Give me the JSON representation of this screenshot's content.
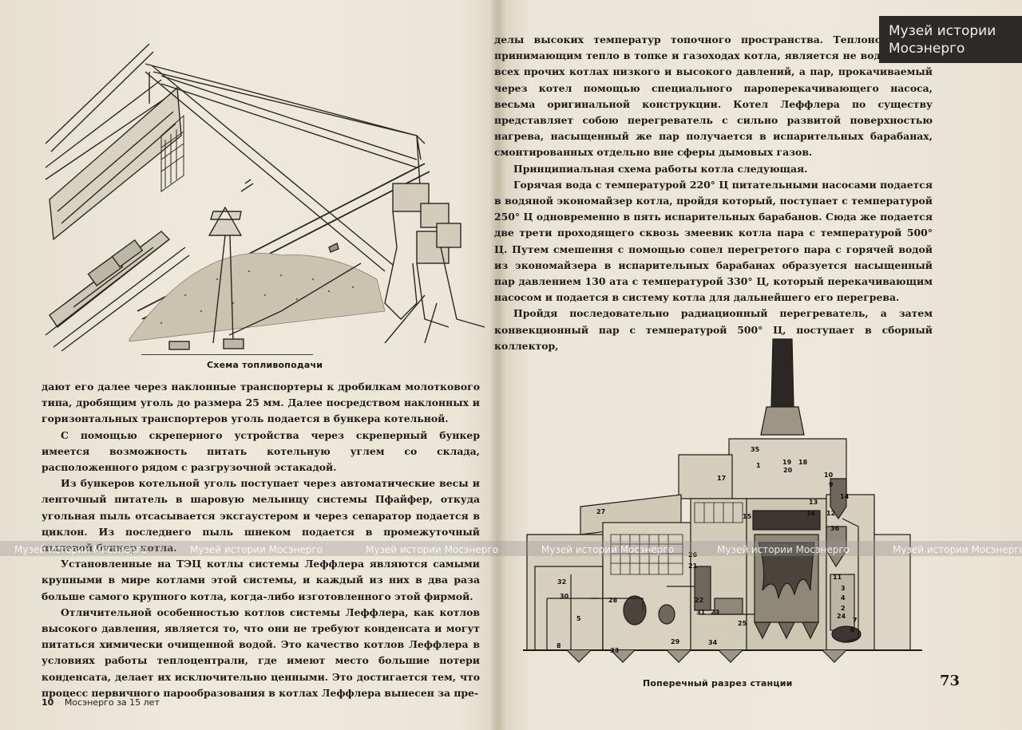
{
  "left_page": {
    "figure_caption": "Схема топливоподачи",
    "paragraphs": [
      {
        "indent": false,
        "text": "дают его далее через наклонные транспортеры к дробилкам молоткового типа, дробящим уголь до размера 25 мм. Далее посредством наклонных и горизонтальных транспортеров уголь подается в бункера котельной."
      },
      {
        "indent": true,
        "text": "С помощью скреперного устройства через скреперный бункер имеется возможность питать котельную углем со склада, расположенного рядом с разгрузочной эстакадой."
      },
      {
        "indent": true,
        "text": "Из бункеров котельной уголь поступает через автоматические весы и ленточный питатель в шаровую мельницу системы Пфайфер, откуда угольная пыль отсасывается эксгаустером и через сепаратор подается в циклон. Из последнего пыль шнеком подается в промежуточный пылевой бункер котла."
      },
      {
        "indent": true,
        "text": "Установленные на ТЭЦ котлы системы Леффлера являются самыми крупными в мире котлами этой системы, и каждый из них в два раза больше самого крупного котла, когда-либо изготовленного этой фирмой."
      },
      {
        "indent": true,
        "text": "Отличительной особенностью котлов системы Леффлера, как котлов высокого давления, является то, что они не требуют конденсата и могут питаться химически очищенной водой. Это качество котлов Леффлера в условиях работы теплоцентрали, где имеют место большие потери конденсата, делает их исключительно ценными. Это достигается тем, что процесс первичного парообразования в котлах Леффлера вынесен за пре-"
      }
    ],
    "footer_number": "10",
    "footer_title": "Мосэнерго за 15 лет"
  },
  "right_page": {
    "paragraphs": [
      {
        "indent": false,
        "text": "делы высоких температур топочного пространства. Теплоносителем, принимающим тепло в топке и газоходах котла, является не вода, как во всех прочих котлах низкого и высокого давлений, а пар, прокачиваемый через котел помощью специального пароперекачивающего насоса, весьма оригинальной конструкции. Котел Леффлера по существу представляет собою перегреватель с сильно развитой поверхностью нагрева, насыщенный же пар получается в испарительных барабанах, смонтированных отдельно вне сферы дымовых газов."
      },
      {
        "indent": true,
        "text": "Принципиальная схема работы котла следующая."
      },
      {
        "indent": true,
        "text": "Горячая вода с температурой 220° Ц питательными насосами подается в водяной экономайзер котла, пройдя который, поступает с температурой 250° Ц одновременно в пять испарительных барабанов. Сюда же подается две трети проходящего сквозь змеевик котла пара с температурой 500° Ц. Путем смешения с помощью сопел перегретого пара с горячей водой из экономайзера в испарительных барабанах образуется насыщенный пар давлением 130 ата с температурой 330° Ц, который перекачивающим насосом и подается в систему котла для дальнейшего его перегрева."
      },
      {
        "indent": true,
        "text": "Пройдя последовательно радиационный перегреватель, а затем конвекционный пар с температурой 500° Ц, поступает в сборный коллектор,"
      }
    ],
    "figure_caption": "Поперечный разрез станции",
    "page_number": "73",
    "figure_labels": [
      "35",
      "19",
      "18",
      "17",
      "10",
      "9",
      "16",
      "14",
      "27",
      "15",
      "13",
      "12",
      "26",
      "28",
      "21",
      "11",
      "32",
      "30",
      "22",
      "3",
      "4",
      "2",
      "5",
      "31",
      "23",
      "24",
      "7",
      "6",
      "8",
      "33",
      "29",
      "34",
      "25",
      "36",
      "1",
      "20"
    ]
  },
  "logo": {
    "line1": "Музей истории",
    "line2": "Мосэнерго"
  },
  "watermark_text": "Музей истории Мосэнерго",
  "colors": {
    "paper": "#ece6d8",
    "ink": "#1c1a17",
    "logo_bg": "#2e2a27"
  }
}
